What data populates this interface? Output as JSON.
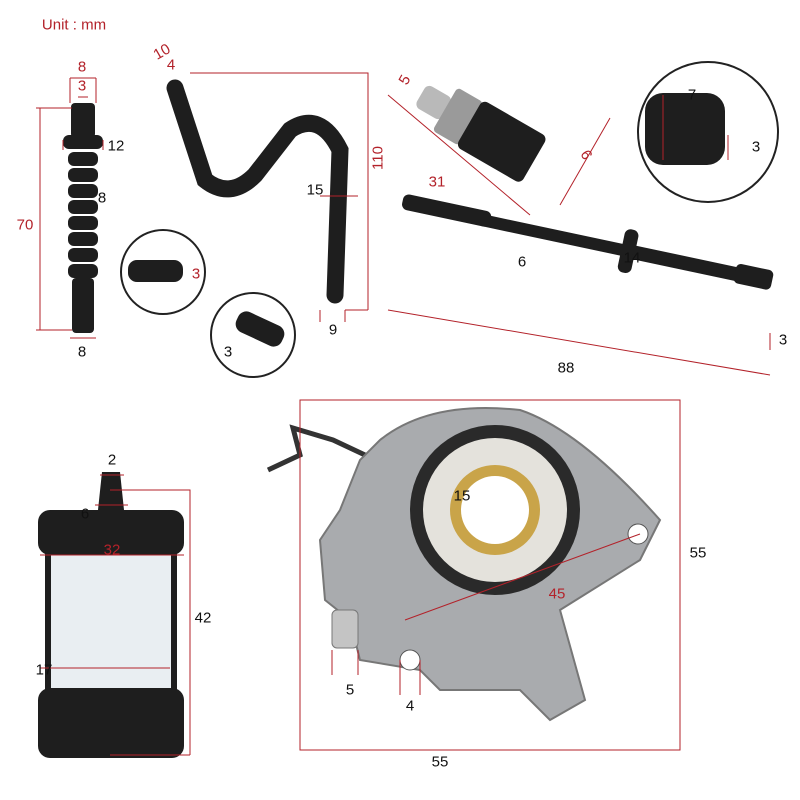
{
  "unit_label": "Unit : mm",
  "colors": {
    "dimension_red": "#b3222a",
    "rubber_black": "#1e1e1e",
    "metal": "#a9abae",
    "brass": "#c9a449"
  },
  "parts": {
    "straight_hose": {
      "top_outer": "8",
      "top_inner": "3",
      "collar": "12",
      "body": "8",
      "length": "70",
      "bottom": "8"
    },
    "s_hose": {
      "end_outer": "10",
      "end_inner": "4",
      "height": "110",
      "lower_collar": "15",
      "bottom": "9"
    },
    "detail_circle_1": {
      "inner": "3"
    },
    "detail_circle_2": {
      "inner": "3"
    },
    "strainer": {
      "nozzle": "5",
      "length": "31",
      "diameter": "6"
    },
    "detail_circle_3": {
      "outer": "7",
      "inner": "3"
    },
    "pipe": {
      "pipe_dia": "6",
      "flange": "14",
      "end": "3",
      "length": "88"
    },
    "fuel_filter": {
      "nozzle_inner": "2",
      "nozzle_outer": "6",
      "body_dia": "32",
      "height": "42",
      "inner": "17"
    },
    "oil_pump": {
      "bore": "15",
      "hole_spacing": "45",
      "height": "55",
      "nipple": "5",
      "hole": "4",
      "width": "55"
    }
  }
}
